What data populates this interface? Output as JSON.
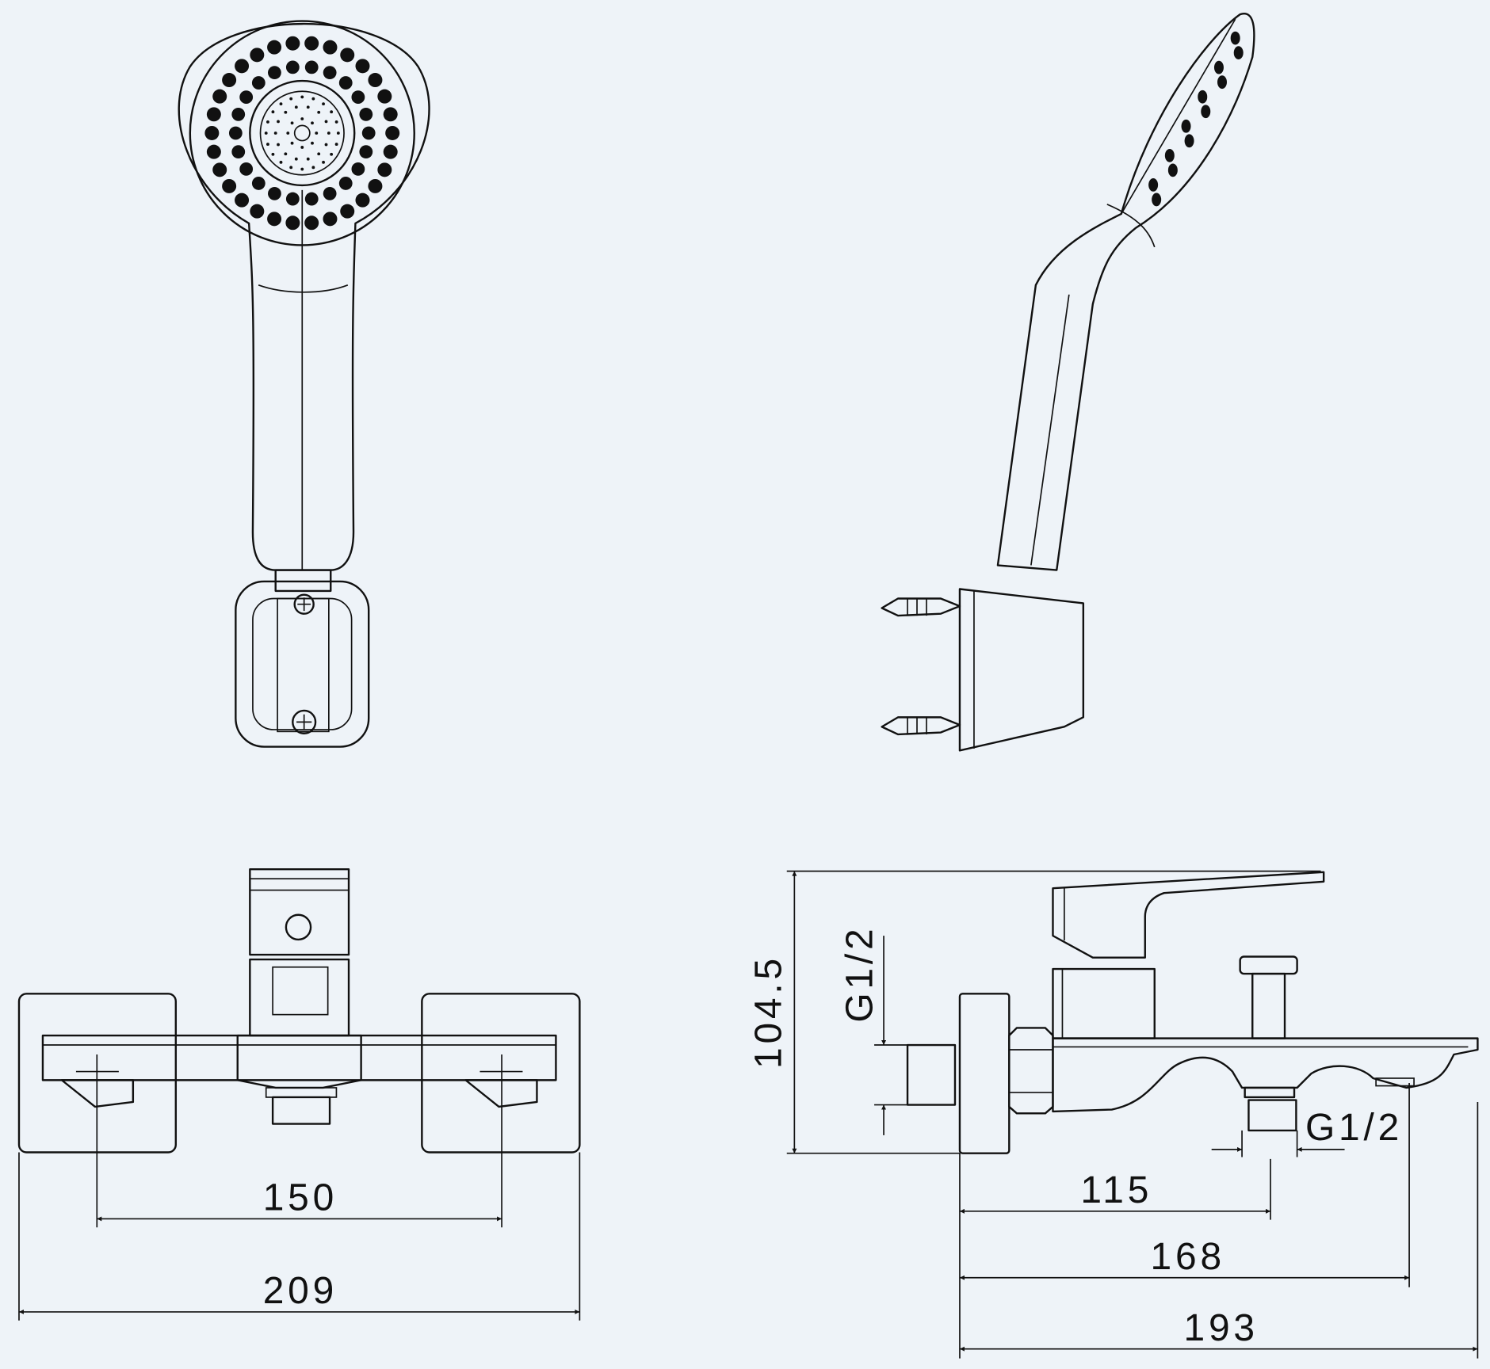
{
  "colors": {
    "background": "#eef3f8",
    "line": "#111111"
  },
  "front_view_dimensions": {
    "handle_spacing": "150",
    "overall_width": "209"
  },
  "side_view_dimensions": {
    "height": "104.5",
    "inlet_thread": "G1/2",
    "outlet_thread": "G1/2",
    "diverter_distance": "115",
    "spout_outlet_distance": "168",
    "overall_depth": "193"
  }
}
